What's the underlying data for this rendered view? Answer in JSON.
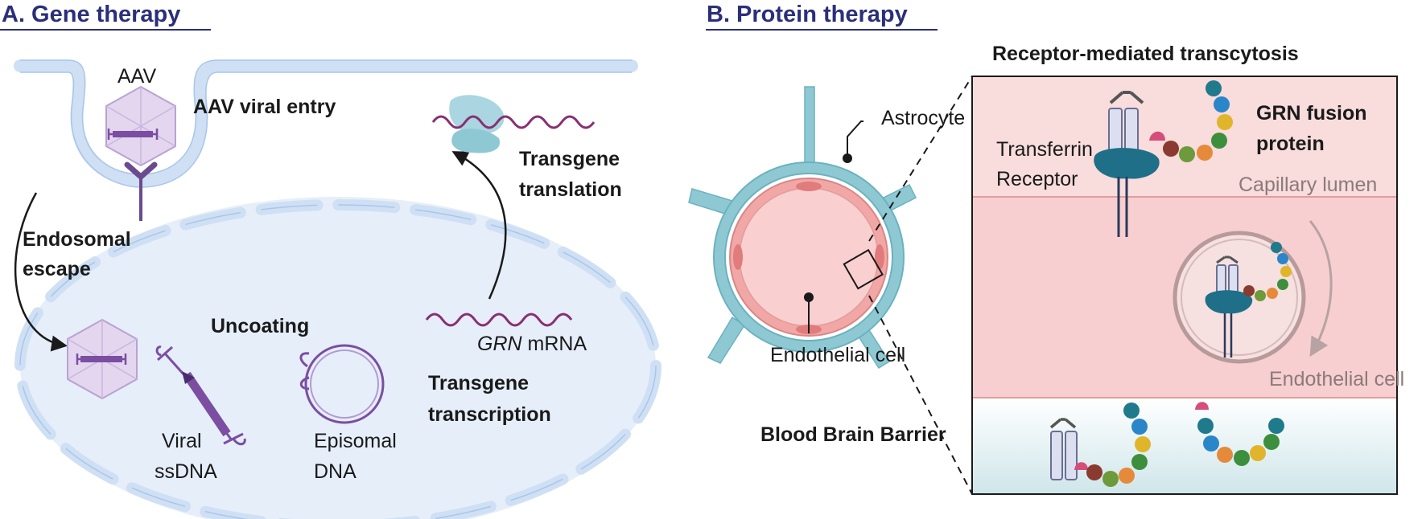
{
  "panels": {
    "gene": {
      "heading": "A. Gene therapy",
      "labels": {
        "aav": "AAV",
        "entry": "AAV viral entry",
        "escape_1": "Endosomal",
        "escape_2": "escape",
        "uncoating": "Uncoating",
        "viral_1": "Viral",
        "viral_2": "ssDNA",
        "episomal_1": "Episomal",
        "episomal_2": "DNA",
        "transcription_1": "Transgene",
        "transcription_2": "transcription",
        "mrna_gene": "GRN",
        "mrna_rest": " mRNA",
        "translation_1": "Transgene",
        "translation_2": "translation"
      }
    },
    "protein": {
      "heading": "B. Protein therapy",
      "labels": {
        "rmt": "Receptor-mediated transcytosis",
        "astrocyte": "Astrocyte",
        "endothelial_left": "Endothelial cell",
        "bbb": "Blood Brain Barrier",
        "tfr_1": "Transferrin",
        "tfr_2": "Receptor",
        "grn_1": "GRN fusion",
        "grn_2": "protein",
        "lumen": "Capillary lumen",
        "endothelial_right": "Endothelial cell"
      }
    }
  },
  "colors": {
    "heading": "#2b2f7a",
    "membrane_fill": "#cfe0f4",
    "membrane_edge": "#a9c6ea",
    "nucleus": "#e6eef9",
    "capsid": "#e3d6ee",
    "dna": "#7b4ea2",
    "astrocyte": "#8ec9d3",
    "vessel": "#f2a7a7",
    "panel_pink": "#f9dcdc",
    "panel_pink_mid": "#f7cfd0",
    "bead_colors": [
      "#1f7a8c",
      "#2a86c8",
      "#e0b52b",
      "#3d8f3d",
      "#6d9a3a",
      "#e58a3a",
      "#8a3a2e",
      "#d64d7a"
    ]
  }
}
